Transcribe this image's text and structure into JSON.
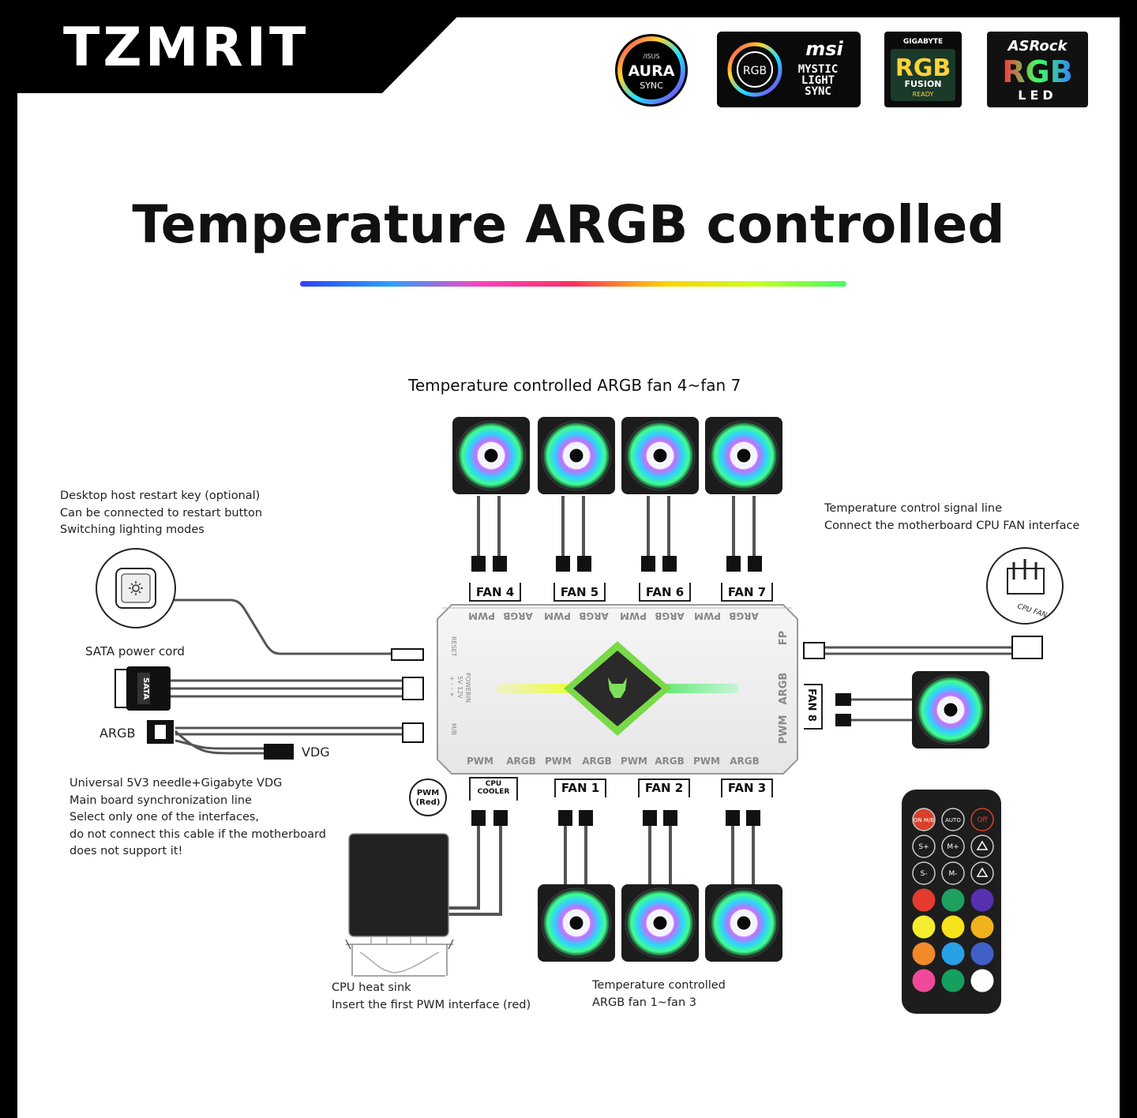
{
  "brand": "TZMRIT",
  "logos": {
    "asus": {
      "top": "/ISUS",
      "name": "AURA",
      "sub": "SYNC"
    },
    "msi": {
      "rgb": "RGB",
      "brand": "msi",
      "lines": [
        "MYSTIC",
        "LIGHT",
        "SYNC"
      ]
    },
    "gigabyte": {
      "brand": "GIGABYTE",
      "rgb": "RGB",
      "fusion": "FUSION",
      "ready": "READY"
    },
    "asrock": {
      "brand": "ASRock",
      "rgb": "RGB",
      "led": "LED"
    }
  },
  "title": "Temperature ARGB controlled",
  "top_fans_heading": "Temperature controlled ARGB fan 4~fan 7",
  "restart_note": [
    "Desktop host restart key (optional)",
    "Can be connected to restart button",
    "Switching lighting modes"
  ],
  "signal_note": [
    "Temperature control signal line",
    "Connect the motherboard CPU FAN interface"
  ],
  "cpu_fan_label": "CPU FAN",
  "sata_label": "SATA power cord",
  "sata_plug_text": "SATA",
  "argb_label": "ARGB",
  "vdg_label": "VDG",
  "universal_note": [
    "Universal 5V3 needle+Gigabyte VDG",
    "Main board synchronization line",
    "Select only one of the interfaces,",
    "do not connect this cable if the motherboard",
    "does not support it!"
  ],
  "pwm_red": [
    "PWM",
    "(Red)"
  ],
  "cpu_cooler": [
    "CPU",
    "COOLER"
  ],
  "top_fan_labels": [
    "FAN 4",
    "FAN 5",
    "FAN 6",
    "FAN 7"
  ],
  "bottom_fan_labels": [
    "FAN 1",
    "FAN 2",
    "FAN 3"
  ],
  "fan8_label": "FAN 8",
  "hub": {
    "top_ports": [
      "PWM",
      "ARGB",
      "PWM",
      "ARGB",
      "PWM",
      "ARGB",
      "PWM",
      "ARGB"
    ],
    "bottom_ports": [
      "PWM",
      "ARGB",
      "PWM",
      "ARGB",
      "PWM",
      "ARGB",
      "PWM",
      "ARGB"
    ],
    "left": [
      "RESET",
      "POWERIN",
      "5V 12V",
      "+ - - +",
      "M/B"
    ],
    "right": [
      "FP",
      "ARGB",
      "PWM"
    ]
  },
  "cpu_heatsink_note": [
    "CPU heat sink",
    "Insert the first PWM interface (red)"
  ],
  "bottom_fans_note": [
    "Temperature controlled",
    "ARGB fan 1~fan 3"
  ],
  "remote": {
    "row1": [
      "ON M/B",
      "AUTO",
      "Off"
    ],
    "row2": [
      "S+",
      "M+",
      ""
    ],
    "row3": [
      "S-",
      "M-",
      ""
    ]
  },
  "colors": {
    "remote_keys": [
      "#e33b2e",
      "#1ea060",
      "#5530b0",
      "#f5ee30",
      "#f5e21a",
      "#f2b21c",
      "#f08a28",
      "#28a0e6",
      "#4060c8",
      "#ef4a9a",
      "#16a060",
      "#ffffff"
    ],
    "brand_bar": "#000000",
    "hub_glow": "#7ee05a"
  }
}
